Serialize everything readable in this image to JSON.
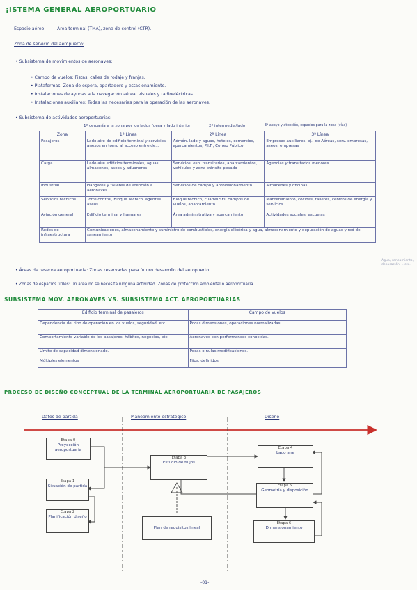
{
  "title": "¡istema general aeroportuario",
  "espacio_aereo": {
    "label": "Espacio aéreo:",
    "value": "Área terminal (TMA), zona de control (CTR)."
  },
  "zona_servicio": "Zona de servicio del aeropuerto:",
  "subsistema_movimientos": {
    "heading": "Subsistema de movimientos de aeronaves:",
    "items": [
      "Campo de vuelos: Pistas, calles de rodaje y franjas.",
      "Plataformas: Zona de espera, apartadero y estacionamiento.",
      "Instalaciones de ayudas a la navegación aérea: visuales y radioeléctricas.",
      "Instalaciones auxiliares: Todas las necesarias para la operación de las aeronaves."
    ]
  },
  "subsistema_actividades": {
    "heading": "Subsistema de actividades aeroportuarias:",
    "column_notes": [
      "1ª cercanía a la zona por los lados fuera y lado interior",
      "2ª intermedia/lado",
      "3ª apoyo y atención, espacios para la zona (vías)"
    ],
    "headers": [
      "Zona",
      "1ª Línea",
      "2ª Línea",
      "3ª Línea"
    ],
    "rows": [
      [
        "Pasajeros",
        "Lado aire de edificio terminal y servicios anexos en torno al acceso entre de...",
        "Admón. lado y aguas, hoteles, comercios, aparcamientos, P.I.F., Correo Público",
        "Empresas auxiliares, ej.: de Aéreas, serv. empresas, aseos, empresas"
      ],
      [
        "Carga",
        "Lado aire edificios terminales, aguas, almacenes, aseos y aduaneros",
        "Servicios, esp. transitarios, aparcamientos, vehículos y zona tránsito pesado",
        "Agencias y transitarios menores"
      ],
      [
        "Industrial",
        "Hangares y talleres de atención a aeronaves",
        "Servicios de campo y aprovisionamiento",
        "Almacenes y oficinas"
      ],
      [
        "Servicios técnicos",
        "Torre control, Bloque Técnico, agentes aseos",
        "Bloque técnico, cuartel SEI, campos de vuelos, aparcamiento",
        "Mantenimiento, cocinas, talleres, centros de energía y servicios"
      ],
      [
        "Aviación general",
        "Edificio terminal y hangares",
        "Área administrativa y aparcamiento",
        "Actividades sociales, escuelas"
      ],
      [
        "Redes de infraestructura",
        "Comunicaciones, almacenamiento y suministro de combustibles, energía eléctrica y agua, almacenamiento y depuración de aguas y red de saneamiento",
        "",
        ""
      ]
    ],
    "side_note": "Agua, saneamiento, depuración, ...etc."
  },
  "areas_reserva": "Áreas de reserva aeroportuaria: Zonas reservadas para futuro desarrollo del aeropuerto.",
  "zonas_espacios": "Zonas de espacios útiles: Un área no se necesita ninguna actividad. Zonas de protección ambiental o aeroportuaria.",
  "subsistema_mov_header": "Subsistema mov. aeronaves vs. subsistema act. aeroportuarias",
  "comparison": {
    "headers": [
      "Edificio terminal de pasajeros",
      "Campo de vuelos"
    ],
    "rows": [
      [
        "Dependencia del tipo de operación en los vuelos, seguridad, etc.",
        "Pocas dimensiones, operaciones normalizadas."
      ],
      [
        "Comportamiento variable de los pasajeros, hábitos, negocios, etc.",
        "Aeronaves con performances conocidas."
      ],
      [
        "Límite de capacidad dimensionado.",
        "Pocas o nulas modificaciones."
      ],
      [
        "Múltiples elementos",
        "Fijos, definidos"
      ]
    ]
  },
  "proceso_title": "Proceso de diseño conceptual de la terminal aeroportuaria de pasajeros",
  "phases": [
    "Datos de partida",
    "Planeamiento estratégico",
    "Diseño"
  ],
  "stages": [
    {
      "name": "Etapa 0",
      "desc": "Proyección aeroportuaria"
    },
    {
      "name": "Etapa 1",
      "desc": "Situación de partida"
    },
    {
      "name": "Etapa 2",
      "desc": "Planificación diseño"
    },
    {
      "name": "Etapa 3",
      "desc": "Estudio de flujos"
    },
    {
      "name": "Plan de requisitos",
      "desc": "Plan de requisitos lineal"
    },
    {
      "name": "Etapa 4",
      "desc": "Lado aire"
    },
    {
      "name": "Etapa 5",
      "desc": "Geometría y disposición"
    },
    {
      "name": "Etapa 6",
      "desc": "Dimensionamiento"
    }
  ],
  "page_number": "-01-",
  "colors": {
    "heading_green": "#1f8a3a",
    "ink_blue": "#2c3a7a",
    "arrow_red": "#c9302c"
  }
}
